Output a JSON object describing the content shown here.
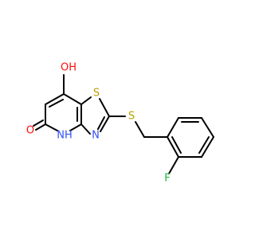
{
  "molecule": {
    "atoms": [
      {
        "id": "o_top",
        "text": "OH",
        "color": "#ff0d0d"
      },
      {
        "id": "s_ring",
        "text": "S",
        "color": "#b8a000"
      },
      {
        "id": "s_link",
        "text": "S",
        "color": "#b8a000"
      },
      {
        "id": "n_ring",
        "text": "N",
        "color": "#3050f8"
      },
      {
        "id": "nh",
        "text": "NH",
        "color": "#3050f8"
      },
      {
        "id": "h_nh",
        "text": "H",
        "color": "#3050f8"
      },
      {
        "id": "o_bottom",
        "text": "O",
        "color": "#ff0d0d"
      },
      {
        "id": "f",
        "text": "F",
        "color": "#1fb53f"
      }
    ]
  }
}
